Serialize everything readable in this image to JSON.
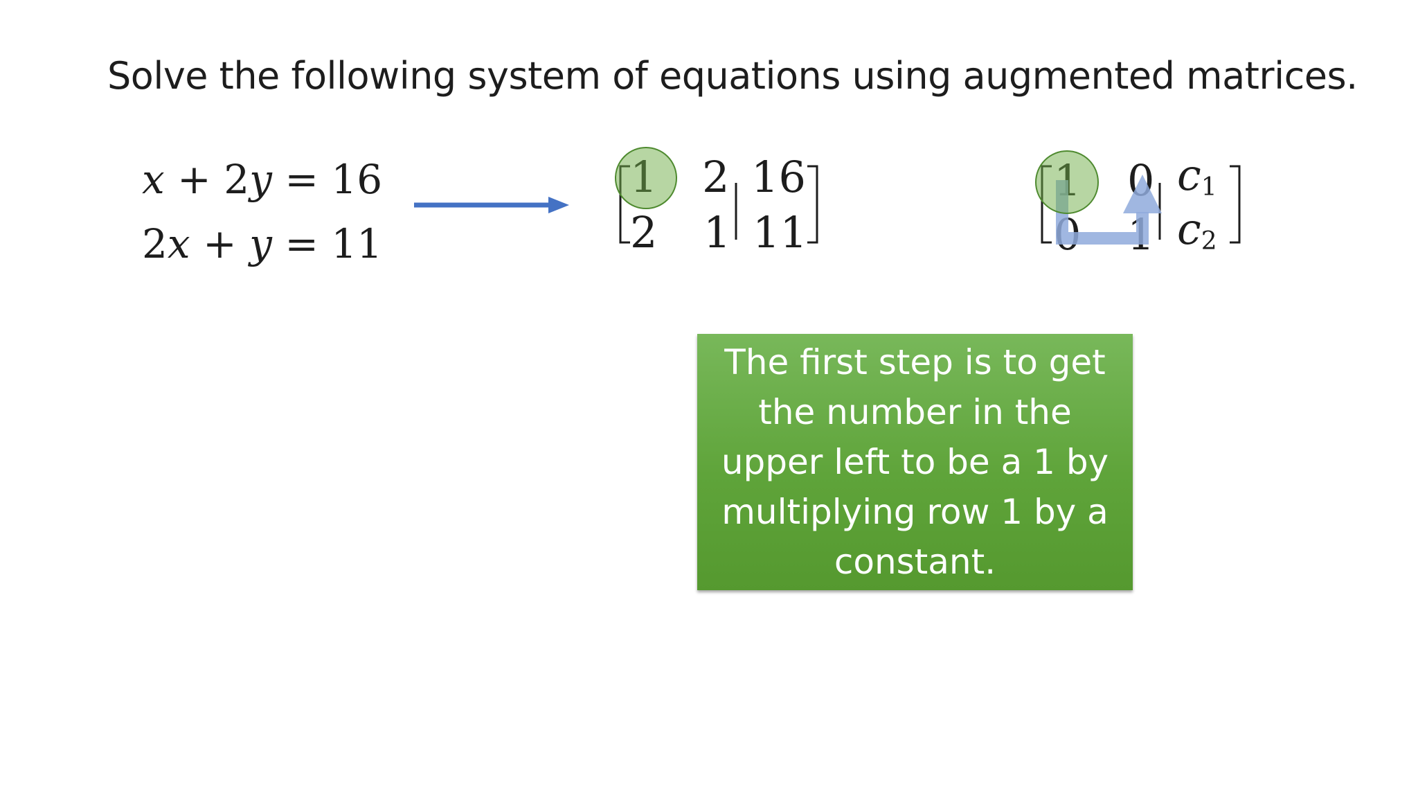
{
  "title": "Solve the following system of equations using augmented matrices.",
  "equations": {
    "eq1": {
      "t1": "x",
      "op1": "+",
      "c2": "2",
      "t2": "y",
      "eq": "=",
      "rhs": "16"
    },
    "eq2": {
      "c1": "2",
      "t1": "x",
      "op1": "+",
      "t2": "y",
      "eq": "=",
      "rhs": "11"
    }
  },
  "matrix_start": {
    "r1c1": "1",
    "r1c2": "2",
    "r1c3": "16",
    "r2c1": "2",
    "r2c2": "1",
    "r2c3": "11"
  },
  "matrix_goal": {
    "r1c1": "1",
    "r1c2": "0",
    "r1c3_var": "c",
    "r1c3_sub": "1",
    "r2c1": "0",
    "r2c2": "1",
    "r2c3_var": "c",
    "r2c3_sub": "2"
  },
  "callout": {
    "text": "The first step is to get the number in the upper left to be a 1 by multiplying row 1 by a constant."
  },
  "colors": {
    "arrow": "#4472c4",
    "highlight": "#70ad47",
    "callout": "#62a73d",
    "l_arrow": "#8faadc"
  }
}
